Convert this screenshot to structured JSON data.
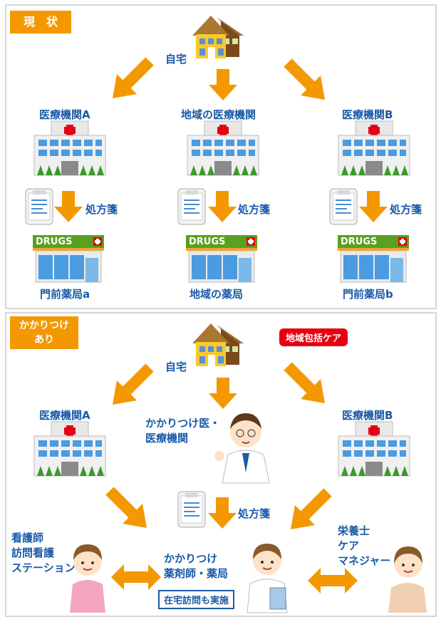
{
  "current": {
    "badge": "現　状",
    "home": "自宅",
    "hospital_a": "医療機関A",
    "hospital_local": "地域の医療機関",
    "hospital_b": "医療機関B",
    "prescription": "処方箋",
    "pharmacy_a": "門前薬局a",
    "pharmacy_local": "地域の薬局",
    "pharmacy_b": "門前薬局b",
    "drugs_sign": "DRUGS"
  },
  "kakaritsuke": {
    "badge_line1": "かかりつけ",
    "badge_line2": "あり",
    "home": "自宅",
    "community_care": "地域包括ケア",
    "hospital_a": "医療機関A",
    "hospital_b": "医療機関B",
    "doctor_line1": "かかりつけ医・",
    "doctor_line2": "医療機関",
    "prescription": "処方箋",
    "nurse_line1": "看護師",
    "nurse_line2": "訪問看護",
    "nurse_line3": "ステーション",
    "pharmacist_line1": "かかりつけ",
    "pharmacist_line2": "薬剤師・薬局",
    "home_visit": "在宅訪問も実施",
    "nutrition_line1": "栄養士",
    "nutrition_line2": "ケア",
    "nutrition_line3": "マネジャー"
  },
  "colors": {
    "arrow": "#f39800",
    "label_blue": "#1a5aa8",
    "badge_orange": "#f39800",
    "badge_red": "#e60012"
  }
}
